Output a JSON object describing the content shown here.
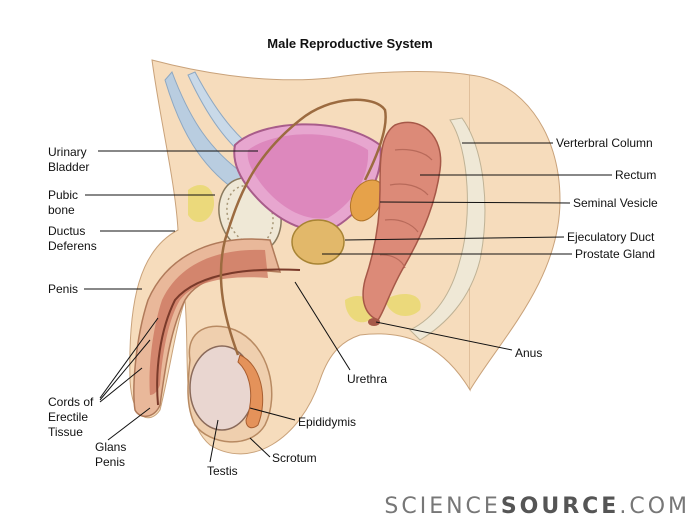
{
  "title": "Male Reproductive System",
  "labels": {
    "urinary_bladder": "Urinary\nBladder",
    "pubic_bone": "Pubic\nbone",
    "ductus_deferens": "Ductus\nDeferens",
    "penis": "Penis",
    "cords": "Cords of\nErectile\nTissue",
    "glans_penis": "Glans\nPenis",
    "testis": "Testis",
    "scrotum": "Scrotum",
    "epididymis": "Epididymis",
    "urethra": "Urethra",
    "anus": "Anus",
    "prostate_gland": "Prostate Gland",
    "ejaculatory_duct": "Ejeculatory Duct",
    "seminal_vesicle": "Seminal Vesicle",
    "rectum": "Rectum",
    "vertebral_column": "Verterbral Column"
  },
  "watermark": {
    "part1": "SCIENCE",
    "part2": "SOURCE",
    "part3": ".COM"
  },
  "colors": {
    "skin": "#f6dcbc",
    "bladder": "#e7a6cf",
    "rectum": "#dc8a78",
    "prostate": "#e2b86a",
    "bone": "#efe8d6",
    "nerve": "#b9cde0"
  }
}
